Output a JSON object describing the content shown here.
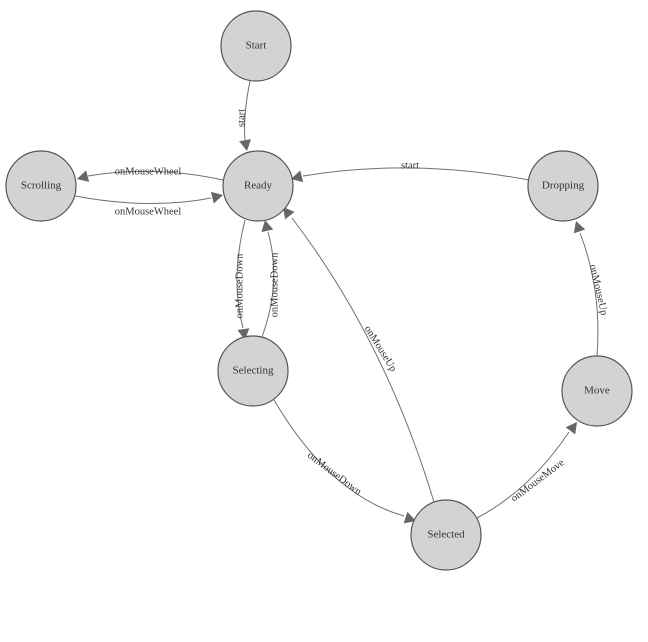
{
  "colors": {
    "node_fill": "#d3d3d3",
    "node_stroke": "#555555",
    "edge_stroke": "#707070",
    "arrow_fill": "#666666",
    "text": "#333333"
  },
  "nodes": [
    {
      "id": "start",
      "label": "Start"
    },
    {
      "id": "ready",
      "label": "Ready"
    },
    {
      "id": "scrolling",
      "label": "Scrolling"
    },
    {
      "id": "dropping",
      "label": "Dropping"
    },
    {
      "id": "selecting",
      "label": "Selecting"
    },
    {
      "id": "move",
      "label": "Move"
    },
    {
      "id": "selected",
      "label": "Selected"
    }
  ],
  "edges": [
    {
      "id": "start-ready",
      "from": "start",
      "to": "ready",
      "label": "start"
    },
    {
      "id": "ready-scrolling",
      "from": "ready",
      "to": "scrolling",
      "label": "onMouseWheel"
    },
    {
      "id": "scrolling-ready",
      "from": "scrolling",
      "to": "ready",
      "label": "onMouseWheel"
    },
    {
      "id": "dropping-ready",
      "from": "dropping",
      "to": "ready",
      "label": "start"
    },
    {
      "id": "ready-selecting",
      "from": "ready",
      "to": "selecting",
      "label": "onMouseDown"
    },
    {
      "id": "selecting-ready",
      "from": "selecting",
      "to": "ready",
      "label": "onMouseDown"
    },
    {
      "id": "selected-ready",
      "from": "selected",
      "to": "ready",
      "label": "onMouseUp"
    },
    {
      "id": "selecting-selected",
      "from": "selecting",
      "to": "selected",
      "label": "onMouseDown"
    },
    {
      "id": "selected-move",
      "from": "selected",
      "to": "move",
      "label": "onMouseMove"
    },
    {
      "id": "move-dropping",
      "from": "move",
      "to": "dropping",
      "label": "onMouseUp"
    }
  ]
}
